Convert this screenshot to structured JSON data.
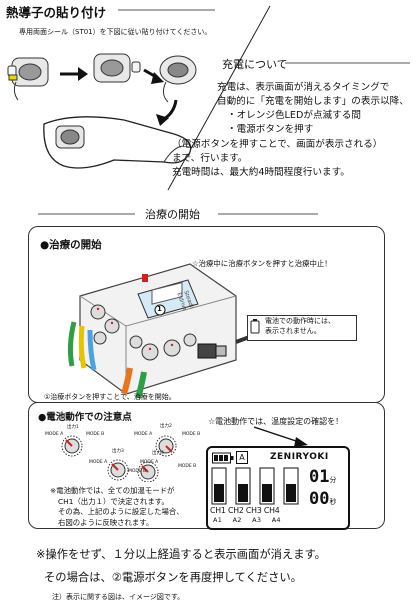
{
  "top_section": {
    "title": "熱導子の貼り付け",
    "instruction": "専用両面シール（ST01）を下図に従い貼り付けてください。"
  },
  "charging": {
    "title": "充電について",
    "lines": [
      "充電は、表示画面が消えるタイミングで",
      "自動的に「充電を開始します」の表示以降、",
      "・オレンジ色LEDが点滅する間",
      "・電源ボタンを押す",
      "（電源ボタンを押すことで、画面が表示される）",
      "まで、行います。",
      "充電時間は、最大約4時間程度行います。"
    ]
  },
  "treatment_section": {
    "title": "治療の開始",
    "subhead": "●治療の開始",
    "stop_note": "☆治療中に治療ボタンを押すと治療中止！",
    "battery_note_lines": [
      "電池での動作時には、",
      "表示されません。"
    ],
    "start_caption": "①治療ボタンを押すことで、治療を開始。",
    "device_brand": "Steadii",
    "device_model": "Eldrive",
    "device_screen_num": "1"
  },
  "battery_section": {
    "title": "●電池動作での注意点",
    "temp_note": "☆電池動作では、温度設定の確認を！",
    "knob_labels": {
      "k1_top": "出力1",
      "k1_mode_a": "MODE A",
      "k1_mode_b": "MODE B",
      "k2_top": "出力2",
      "k2_mode_a": "MODE A",
      "k2_mode_b": "MODE B",
      "k3_top": "出力3",
      "k3_mode_a": "MODE A",
      "k3_mode_b": "MODE B",
      "k4_top": "出力4",
      "k4_mode_a": "MODE A",
      "k4_mode_b": "MODE B"
    },
    "notes": [
      "※電池動作では、全ての加温モードが",
      "CH1（出力１）で決定されます。",
      "その為、上記のように設定した場合、",
      "右図のように反映されます。"
    ],
    "lcd": {
      "brand": "ZENIRYOKI",
      "mode": "A",
      "minutes_value": "01",
      "minutes_unit": "分",
      "seconds_value": "00",
      "seconds_unit": "秒",
      "channels": [
        "CH1",
        "CH2",
        "CH3",
        "CH4"
      ],
      "channel_modes": [
        "A1",
        "A2",
        "A3",
        "A4"
      ]
    }
  },
  "bottom": {
    "line1": "※操作をせず、１分以上経過すると表示画面が消えます。",
    "line2": "その場合は、②電源ボタンを再度押してください。",
    "footnote": "注）表示に関する図は、イメージ図です。"
  },
  "colors": {
    "cable_green": "#2f9e44",
    "cable_orange": "#e8751a",
    "cable_blue": "#4aa3df",
    "cable_yellow": "#e7c400",
    "cable_purple": "#7b3fa0",
    "device_panel": "#d4ebf7"
  }
}
